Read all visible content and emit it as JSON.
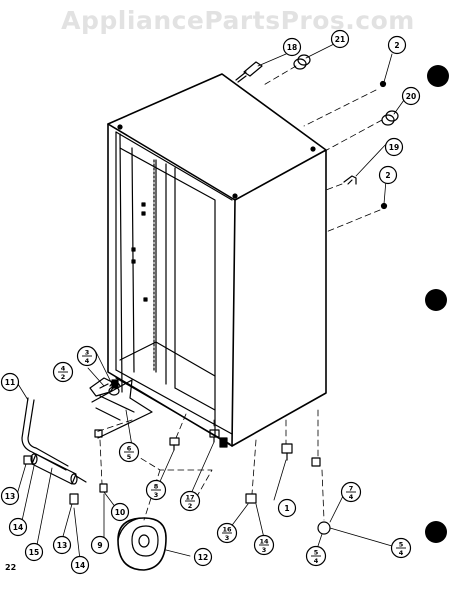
{
  "watermark": "AppliancePartsPros.com",
  "page_number": "22",
  "callouts": [
    {
      "id": "c18",
      "num": "18"
    },
    {
      "id": "c21",
      "num": "21"
    },
    {
      "id": "c2a",
      "num": "2"
    },
    {
      "id": "c20",
      "num": "20"
    },
    {
      "id": "c19",
      "num": "19"
    },
    {
      "id": "c2b",
      "num": "2"
    },
    {
      "id": "c11",
      "num": "11"
    },
    {
      "id": "c13a",
      "num": "13"
    },
    {
      "id": "c14a",
      "num": "14"
    },
    {
      "id": "c15",
      "num": "15"
    },
    {
      "id": "c13b",
      "num": "13"
    },
    {
      "id": "c14b",
      "num": "14"
    },
    {
      "id": "c9",
      "num": "9"
    },
    {
      "id": "c10",
      "num": "10"
    },
    {
      "id": "c12",
      "num": "12"
    },
    {
      "id": "c1",
      "num": "1"
    }
  ],
  "fraction_callouts": [
    {
      "id": "f34",
      "num": "3",
      "den": "4"
    },
    {
      "id": "f42",
      "num": "4",
      "den": "2"
    },
    {
      "id": "f65",
      "num": "6",
      "den": "5"
    },
    {
      "id": "f83",
      "num": "8",
      "den": "3"
    },
    {
      "id": "f172",
      "num": "17",
      "den": "2"
    },
    {
      "id": "f163",
      "num": "16",
      "den": "3"
    },
    {
      "id": "f143",
      "num": "14",
      "den": "3"
    },
    {
      "id": "f74",
      "num": "7",
      "den": "4"
    },
    {
      "id": "f54a",
      "num": "5",
      "den": "4"
    },
    {
      "id": "f54b",
      "num": "5",
      "den": "4"
    }
  ]
}
